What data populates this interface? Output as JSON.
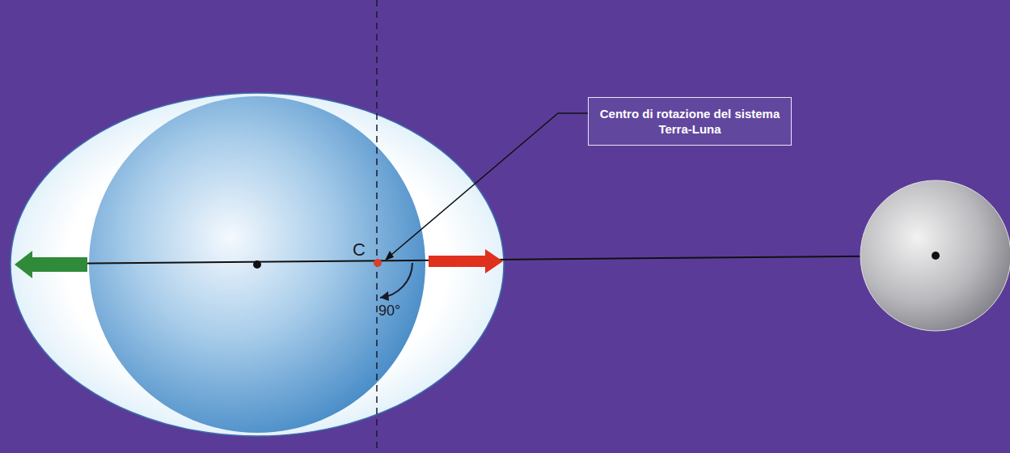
{
  "diagram": {
    "nodes": [
      {
        "text": [
          "Centro di rotazione del sistema Terra-Luna"
        ]
      }
    ],
    "labels": [
      "C",
      "90°"
    ]
  }
}
